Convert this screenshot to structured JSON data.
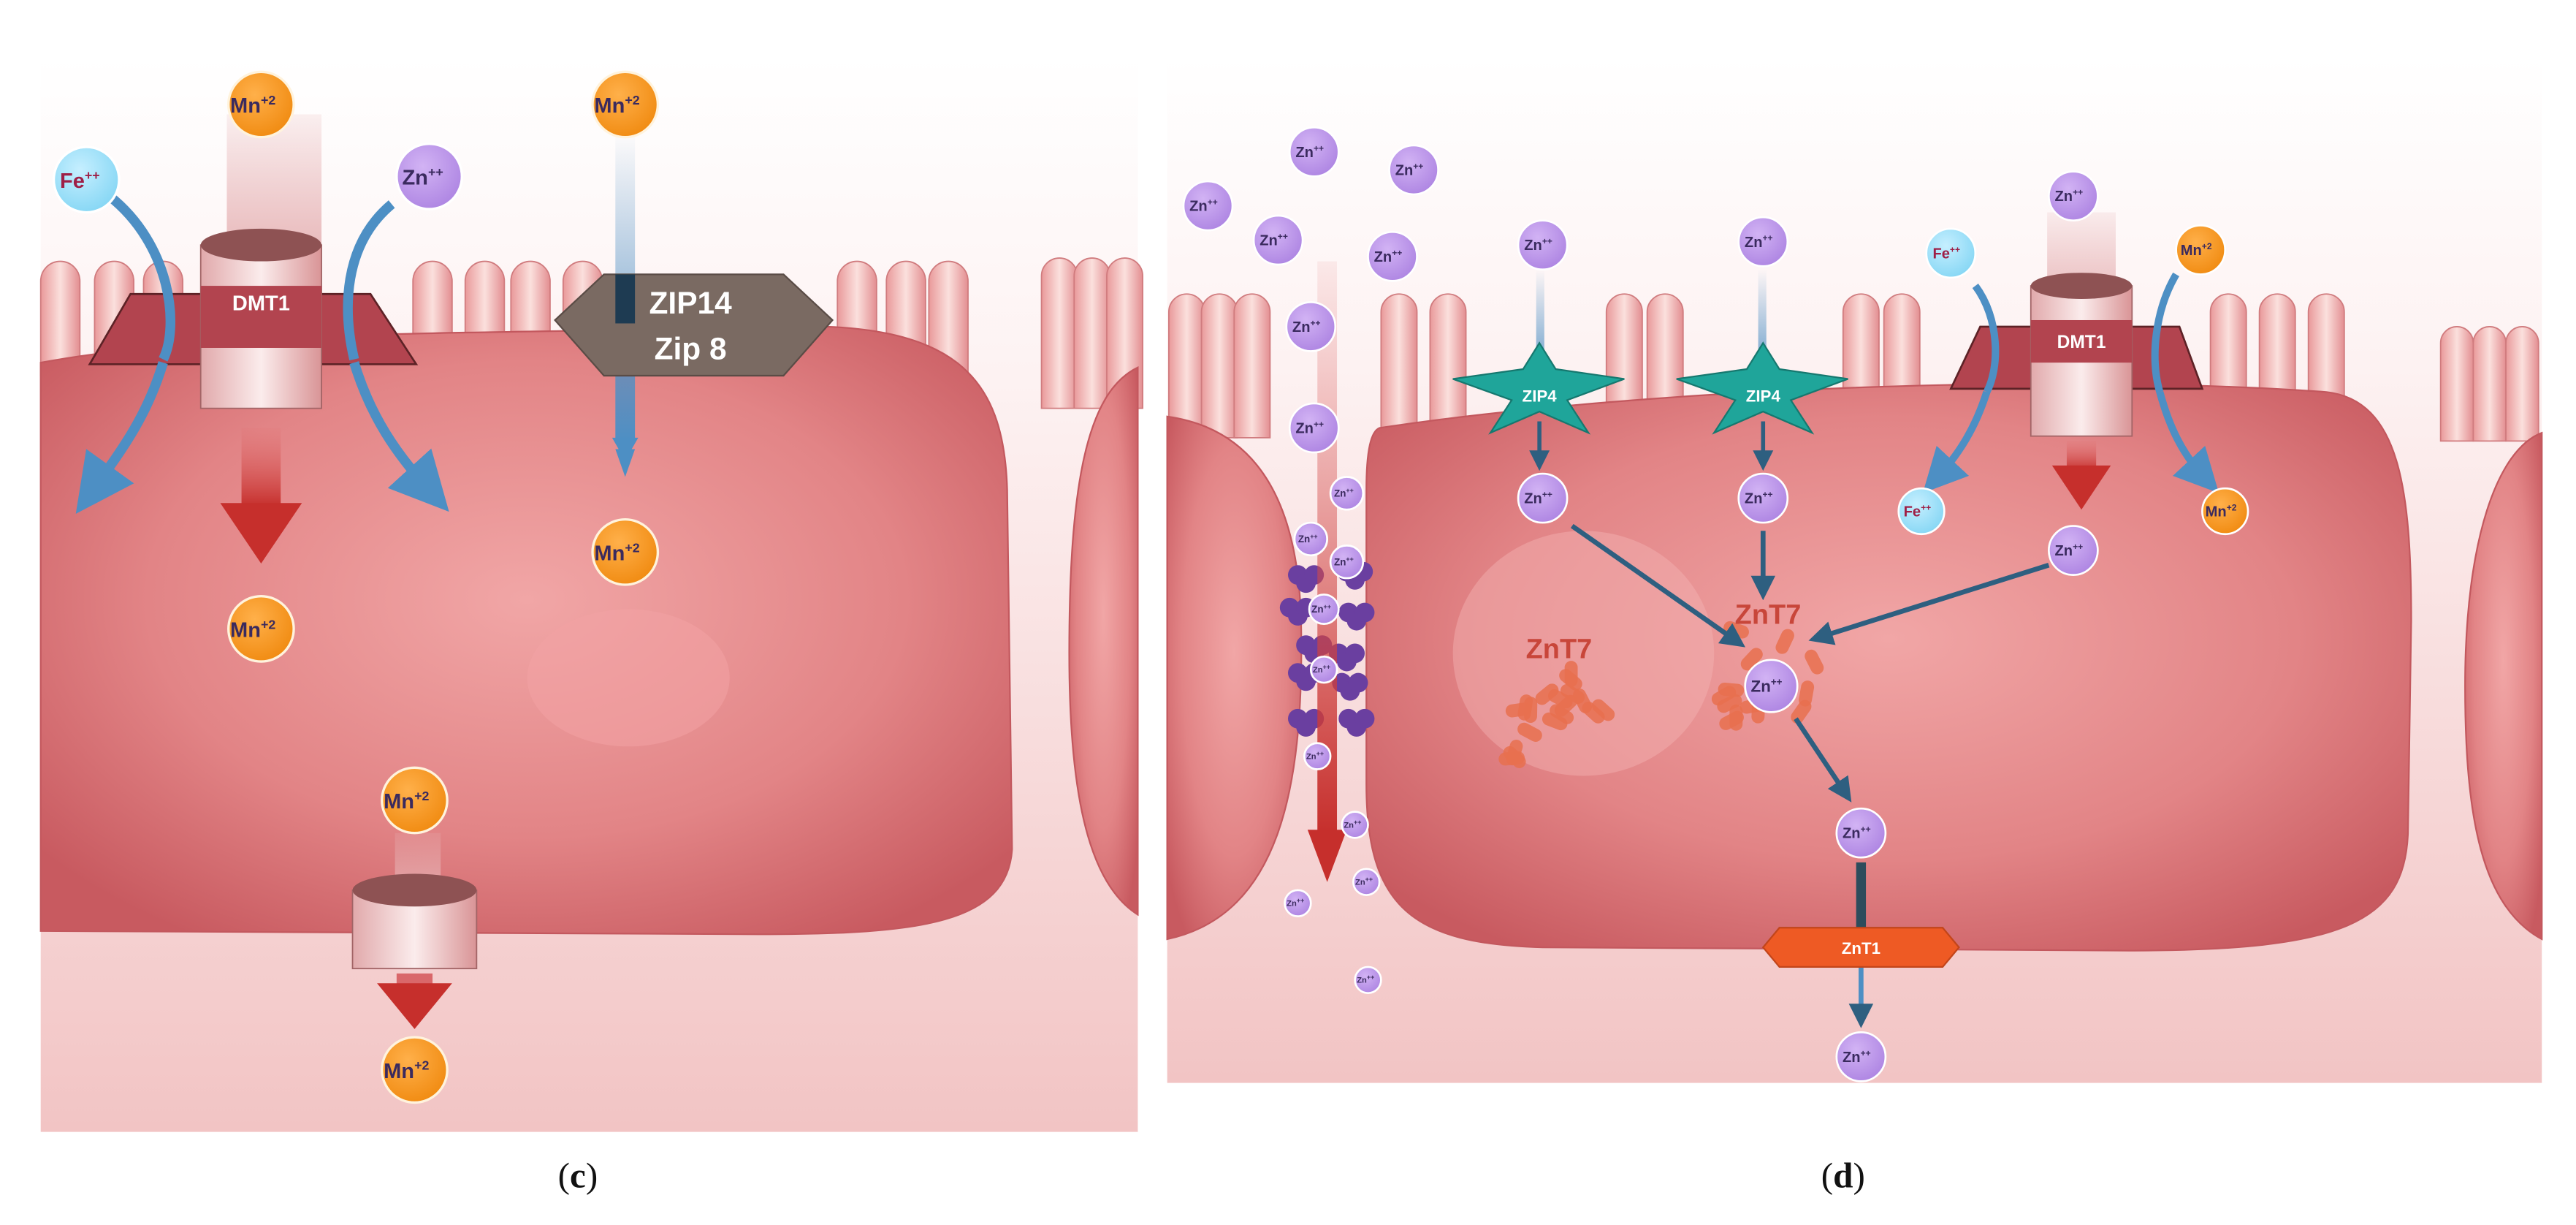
{
  "colors": {
    "manganese": "#f39419",
    "zinc": "#b98ee8",
    "iron": "#8fdcf6",
    "dmt1_band": "#b2444f",
    "zip14": "#7a6a62",
    "zip4": "#1fa59a",
    "znt1": "#ee5a24",
    "znt7": "#e86c58",
    "blue_arrow": "#4d8fc4",
    "red_arrow": "#c62f2c",
    "dark_arrow": "#2e5f80",
    "cell": "#dc7477"
  },
  "ions": {
    "mn": "Mn",
    "mn_charge": "+2",
    "zn": "Zn",
    "zn_charge": "++",
    "fe": "Fe",
    "fe_charge": "++"
  },
  "panel_c": {
    "caption": "(c)",
    "caption_letter": "c",
    "dmt1": "DMT1",
    "zip14": "ZIP14",
    "zip8": "Zip 8"
  },
  "panel_d": {
    "caption": "(d)",
    "caption_letter": "d",
    "dmt1": "DMT1",
    "zip4": "ZIP4",
    "znt7": "ZnT7",
    "znt1": "ZnT1"
  }
}
